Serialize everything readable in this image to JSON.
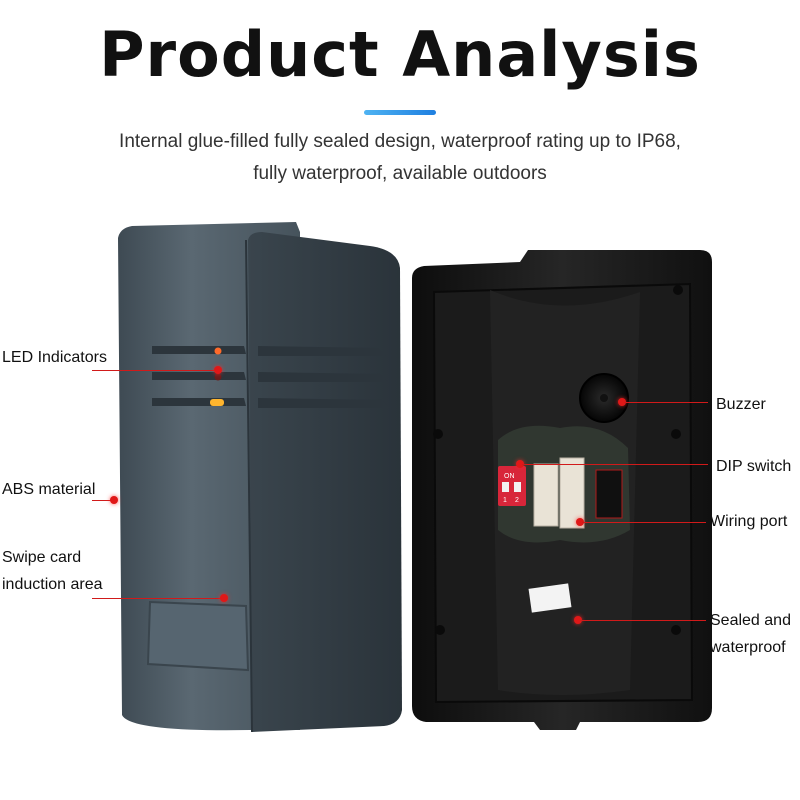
{
  "header": {
    "title": "Product Analysis",
    "subtitle_line1": "Internal glue-filled fully sealed design, waterproof rating up to IP68,",
    "subtitle_line2": "fully waterproof, available outdoors"
  },
  "colors": {
    "accent": "#1e7fe0",
    "callout": "#e01818",
    "reader_body": "#4a5660",
    "back_case": "#151515"
  },
  "callouts_left": {
    "led": "LED Indicators",
    "abs": "ABS material",
    "swipe_line1": "Swipe card",
    "swipe_line2": "induction area"
  },
  "callouts_right": {
    "buzzer": "Buzzer",
    "dip": "DIP switch",
    "wiring": "Wiring port",
    "sealed_line1": "Sealed and",
    "sealed_line2": "waterproof"
  },
  "dip_switch": {
    "on_label": "ON",
    "pin1": "1",
    "pin2": "2"
  }
}
